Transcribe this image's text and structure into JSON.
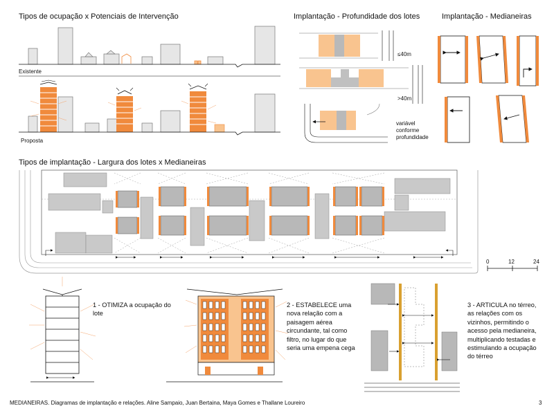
{
  "titles": {
    "t1": "Tipos de ocupação x Potenciais de Intervenção",
    "t2": "Implantação - Profundidade dos lotes",
    "t3": "Implantação - Medianeiras",
    "t4": "Tipos de implantação - Largura dos lotes x Medianeiras"
  },
  "section1": {
    "existing": "Existente",
    "proposed": "Proposta"
  },
  "depth": {
    "l1": "≤40m",
    "l2": ">40m",
    "l3a": "variável",
    "l3b": "conforme",
    "l3c": "profundidade"
  },
  "scale": {
    "s0": "0",
    "s12": "12",
    "s24": "24"
  },
  "concepts": {
    "c1": {
      "strong": "1 - OTIMIZA",
      "text": " a ocupação do lote"
    },
    "c2": {
      "strong": "2 - ESTABELECE",
      "text": " uma nova relação com a paisagem aérea circundante, tal como filtro, no lugar do que seria uma empena cega"
    },
    "c3": {
      "strong": "3 - ARTICULA",
      "text": " no térreo, as relações com os vizinhos, permitindo o acesso pela medianeira, multiplicando testadas e estimulando a ocupação do térreo"
    }
  },
  "footer": {
    "caption": "MEDIANEIRAS. Diagramas de implantação e relações. Aline Sampaio, Juan Bertaina, Maya Gomes e Thallane Loureiro",
    "page": "3"
  },
  "colors": {
    "orange": "#f08a3c",
    "peach": "#f9c48f",
    "gray": "#c9c9c9",
    "gold": "#d9a030"
  }
}
